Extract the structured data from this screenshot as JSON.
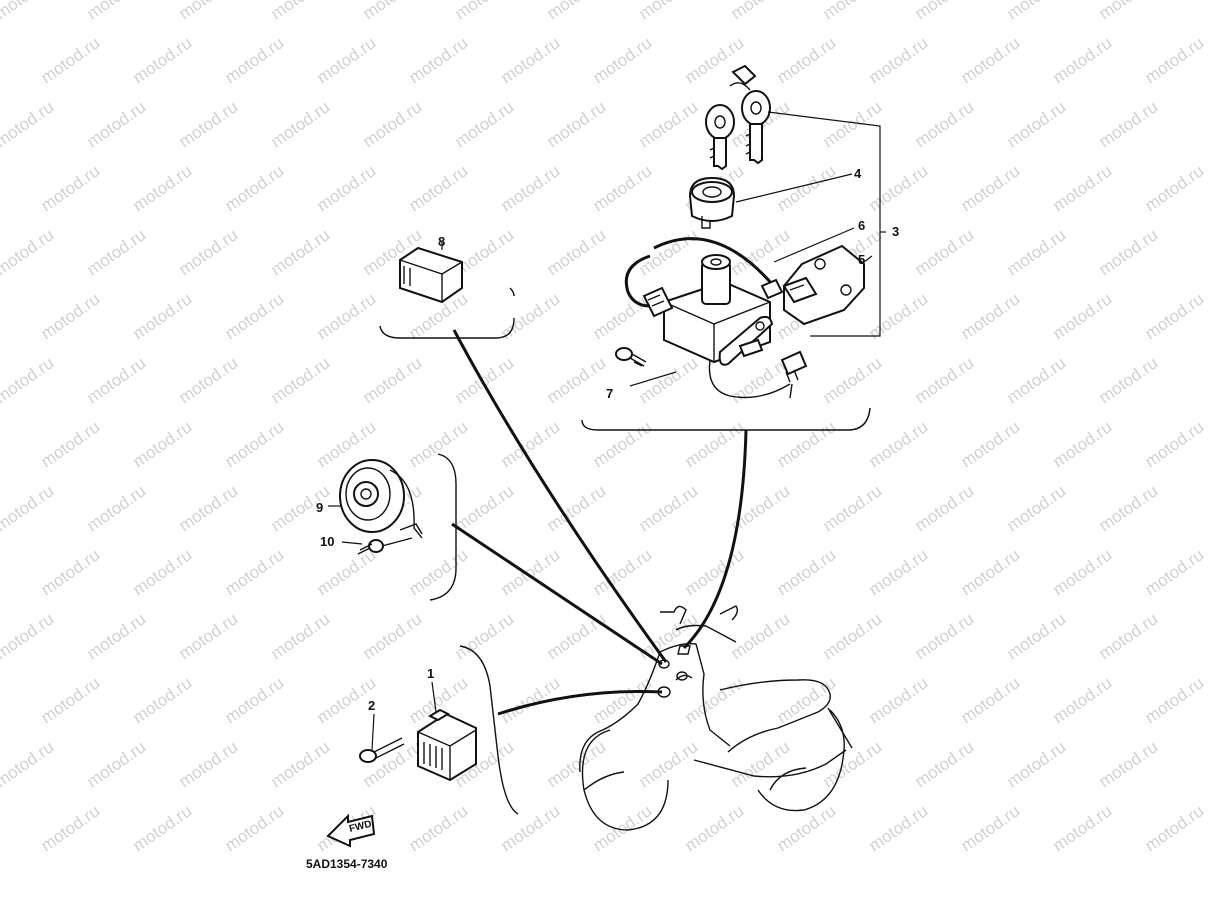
{
  "watermark": "motod.ru",
  "diagram_code": "5AD1354-7340",
  "fwd_label": "FWD",
  "callouts": [
    "1",
    "2",
    "3",
    "4",
    "5",
    "6",
    "7",
    "8",
    "9",
    "10"
  ],
  "icons": [
    "key-icon",
    "lock-cylinder-icon",
    "main-switch-icon",
    "relay-icon",
    "horn-icon",
    "bolt-icon",
    "scooter-outline-icon",
    "fwd-arrow-icon"
  ]
}
